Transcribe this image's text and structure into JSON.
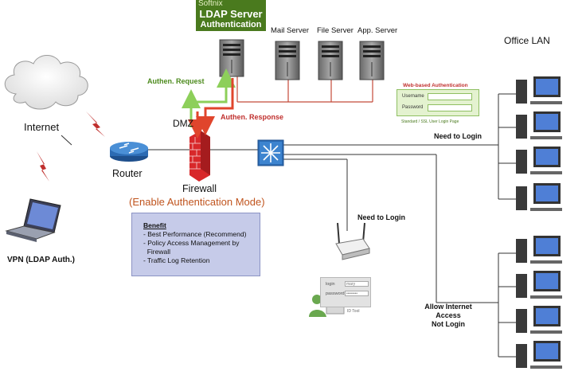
{
  "ldap": {
    "vendor": "Softnix",
    "line1": "LDAP Server",
    "line2": "Authentication"
  },
  "servers": {
    "mail": "Mail Server",
    "file": "File Server",
    "app": "App. Server"
  },
  "office_lan": "Office LAN",
  "internet": "Internet",
  "router": "Router",
  "dmz": "DMZ",
  "firewall": "Firewall",
  "firewall_mode": "(Enable Authentication Mode)",
  "authen_request": "Authen. Request",
  "authen_response": "Authen. Response",
  "vpn": "VPN (LDAP Auth.)",
  "benefit": {
    "title": "Benefit",
    "items": [
      "- Best Performance (Recommend)",
      "- Policy Access Management by",
      "  Firewall",
      "- Traffic Log Retention"
    ]
  },
  "web_auth": {
    "title": "Web-based Authentication",
    "username": "Username",
    "password": "Password",
    "footer": "Standard / SSL User Login Page"
  },
  "need_login_lan": "Need to Login",
  "need_login_wifi": "Need to Login",
  "allow": {
    "line1": "Allow Internet",
    "line2": "Access",
    "line3": "Not Login"
  },
  "id_tool": {
    "login_label": "login",
    "login_value": "mary",
    "password_label": "password",
    "password_value": "••••••••",
    "footer": "ID Tool"
  },
  "colors": {
    "ldap_green": "#4a7a1e",
    "request_green": "#4c8a1c",
    "response_red": "#c0302e",
    "mode_orange": "#c0541e",
    "firewall_red": "#d8282a",
    "link_red": "#c44a3a"
  }
}
